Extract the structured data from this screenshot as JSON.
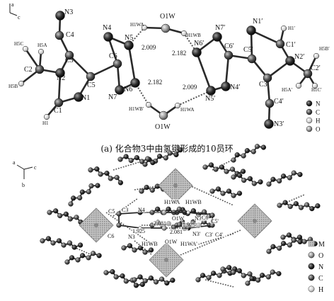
{
  "figure_a": {
    "axis_labels": {
      "a": "a",
      "c": "c"
    },
    "caption": "(a) 化合物3中由氢键形成的10员环",
    "atoms": [
      {
        "id": "N3",
        "label": "N3",
        "element": "N"
      },
      {
        "id": "C4",
        "label": "C4",
        "element": "C"
      },
      {
        "id": "N4",
        "label": "N4",
        "element": "N"
      },
      {
        "id": "N5",
        "label": "N5",
        "element": "N"
      },
      {
        "id": "H1WA",
        "label": "H1WA",
        "element": "H"
      },
      {
        "id": "O1W_top",
        "label": "O1W",
        "element": "O"
      },
      {
        "id": "H1WB",
        "label": "H1WB",
        "element": "H"
      },
      {
        "id": "N7p",
        "label": "N7′",
        "element": "N"
      },
      {
        "id": "N1p",
        "label": "N1′",
        "element": "N"
      },
      {
        "id": "H1p",
        "label": "H1′",
        "element": "H"
      },
      {
        "id": "C1p",
        "label": "C1′",
        "element": "C"
      },
      {
        "id": "H5C",
        "label": "H5C",
        "element": "H"
      },
      {
        "id": "H5A",
        "label": "H5A",
        "element": "H"
      },
      {
        "id": "C3",
        "label": "C3",
        "element": "C"
      },
      {
        "id": "C6",
        "label": "C6",
        "element": "C"
      },
      {
        "id": "N6p",
        "label": "N6′",
        "element": "N"
      },
      {
        "id": "C6p",
        "label": "C6′",
        "element": "C"
      },
      {
        "id": "C5p",
        "label": "C5′",
        "element": "C"
      },
      {
        "id": "N2p",
        "label": "N2′",
        "element": "N"
      },
      {
        "id": "H5Bp",
        "label": "H5B′",
        "element": "H"
      },
      {
        "id": "C2",
        "label": "C2",
        "element": "C"
      },
      {
        "id": "N2",
        "label": "N2",
        "element": "N"
      },
      {
        "id": "C5",
        "label": "C5",
        "element": "C"
      },
      {
        "id": "C3p",
        "label": "C3′",
        "element": "C"
      },
      {
        "id": "C2p",
        "label": "C2′",
        "element": "C"
      },
      {
        "id": "H5B",
        "label": "H5B",
        "element": "H"
      },
      {
        "id": "N7",
        "label": "N7",
        "element": "N"
      },
      {
        "id": "N6",
        "label": "N6",
        "element": "N"
      },
      {
        "id": "N5p",
        "label": "N5′",
        "element": "N"
      },
      {
        "id": "N4p",
        "label": "N4′",
        "element": "N"
      },
      {
        "id": "H5Ap",
        "label": "H5A′",
        "element": "H"
      },
      {
        "id": "H1Cp",
        "label": "H1C′",
        "element": "H"
      },
      {
        "id": "N1",
        "label": "N1",
        "element": "N"
      },
      {
        "id": "C1",
        "label": "C1",
        "element": "C"
      },
      {
        "id": "H1WBp",
        "label": "H1WB′",
        "element": "H"
      },
      {
        "id": "H1WA_b",
        "label": "H1WA",
        "element": "H"
      },
      {
        "id": "C4p",
        "label": "C4′",
        "element": "C"
      },
      {
        "id": "O1W_bot",
        "label": "O1W",
        "element": "O"
      },
      {
        "id": "N3p",
        "label": "N3′",
        "element": "N"
      },
      {
        "id": "H1",
        "label": "H1",
        "element": "H"
      }
    ],
    "hbond_distances": [
      "2.009",
      "2.182",
      "2.182",
      "2.009"
    ],
    "legend": [
      {
        "symbol": "N",
        "element": "N"
      },
      {
        "symbol": "C",
        "element": "C"
      },
      {
        "symbol": "H",
        "element": "H"
      },
      {
        "symbol": "O",
        "element": "O"
      }
    ]
  },
  "figure_b": {
    "axis_labels": {
      "a": "a",
      "b": "b",
      "c": "c"
    },
    "labels": [
      "H1WA",
      "H1WB",
      "C5",
      "C3",
      "N4",
      "O1W",
      "N3'",
      "C6",
      "C5'",
      "1.925",
      "2.081",
      "1.925",
      "2.081",
      "C6",
      "N3",
      "H1WB",
      "O1W",
      "H1WA'",
      "N3'",
      "C3'",
      "C4'"
    ],
    "legend": [
      {
        "symbol": "M",
        "element": "M"
      },
      {
        "symbol": "O",
        "element": "O"
      },
      {
        "symbol": "N",
        "element": "N"
      },
      {
        "symbol": "C",
        "element": "C"
      },
      {
        "symbol": "H",
        "element": "H"
      }
    ]
  },
  "colors": {
    "N": "#1c1c1c",
    "C": "#3c3c3c",
    "H": "#d8d8d8",
    "O": "#8a8a8a",
    "M": "#b4b4b4",
    "bond": "#2a2a2a",
    "hbond": "#555555"
  }
}
